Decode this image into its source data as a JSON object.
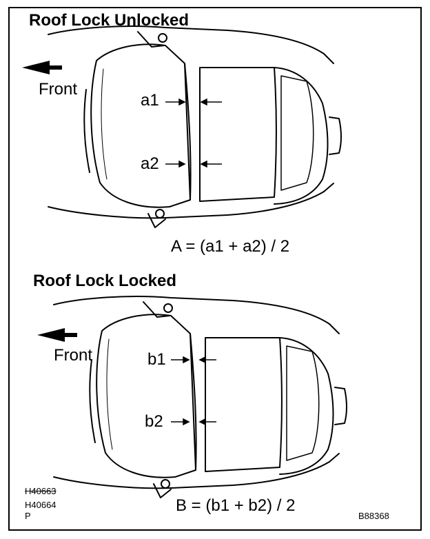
{
  "unlocked": {
    "title": "Roof Lock Unlocked",
    "front_label": "Front",
    "label_1": "a1",
    "label_2": "a2",
    "formula": "A = (a1 + a2) / 2"
  },
  "locked": {
    "title": "Roof Lock Locked",
    "front_label": "Front",
    "label_1": "b1",
    "label_2": "b2",
    "formula": "B = (b1 + b2) / 2"
  },
  "codes": {
    "code_1": "H40663",
    "code_2": "H40664",
    "code_3": "P",
    "ref": "B88368"
  }
}
